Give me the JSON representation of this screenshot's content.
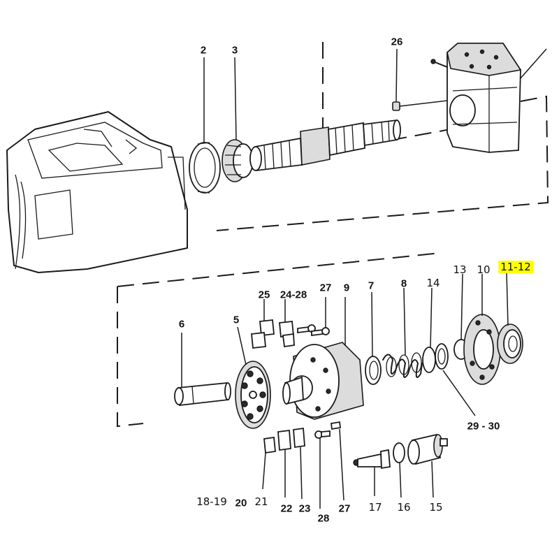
{
  "labels": [
    {
      "key": "p2",
      "text": "2"
    },
    {
      "key": "p3",
      "text": "3"
    },
    {
      "key": "p26",
      "text": "26"
    },
    {
      "key": "p25",
      "text": "25"
    },
    {
      "key": "p2428",
      "text": "24-28"
    },
    {
      "key": "p27a",
      "text": "27"
    },
    {
      "key": "p9",
      "text": "9"
    },
    {
      "key": "p7",
      "text": "7"
    },
    {
      "key": "p8",
      "text": "8"
    },
    {
      "key": "p14",
      "text": "14"
    },
    {
      "key": "p13",
      "text": "13"
    },
    {
      "key": "p10",
      "text": "10"
    },
    {
      "key": "p1112",
      "text": "11-12"
    },
    {
      "key": "p6",
      "text": "6"
    },
    {
      "key": "p5",
      "text": "5"
    },
    {
      "key": "p2930",
      "text": "29 - 30"
    },
    {
      "key": "p1819",
      "text": "18-19"
    },
    {
      "key": "p20",
      "text": "20"
    },
    {
      "key": "p21",
      "text": "21"
    },
    {
      "key": "p22",
      "text": "22"
    },
    {
      "key": "p23",
      "text": "23"
    },
    {
      "key": "p28",
      "text": "28"
    },
    {
      "key": "p27b",
      "text": "27"
    },
    {
      "key": "p17",
      "text": "17"
    },
    {
      "key": "p16",
      "text": "16"
    },
    {
      "key": "p15",
      "text": "15"
    }
  ],
  "highlight_color": "#ffff00"
}
